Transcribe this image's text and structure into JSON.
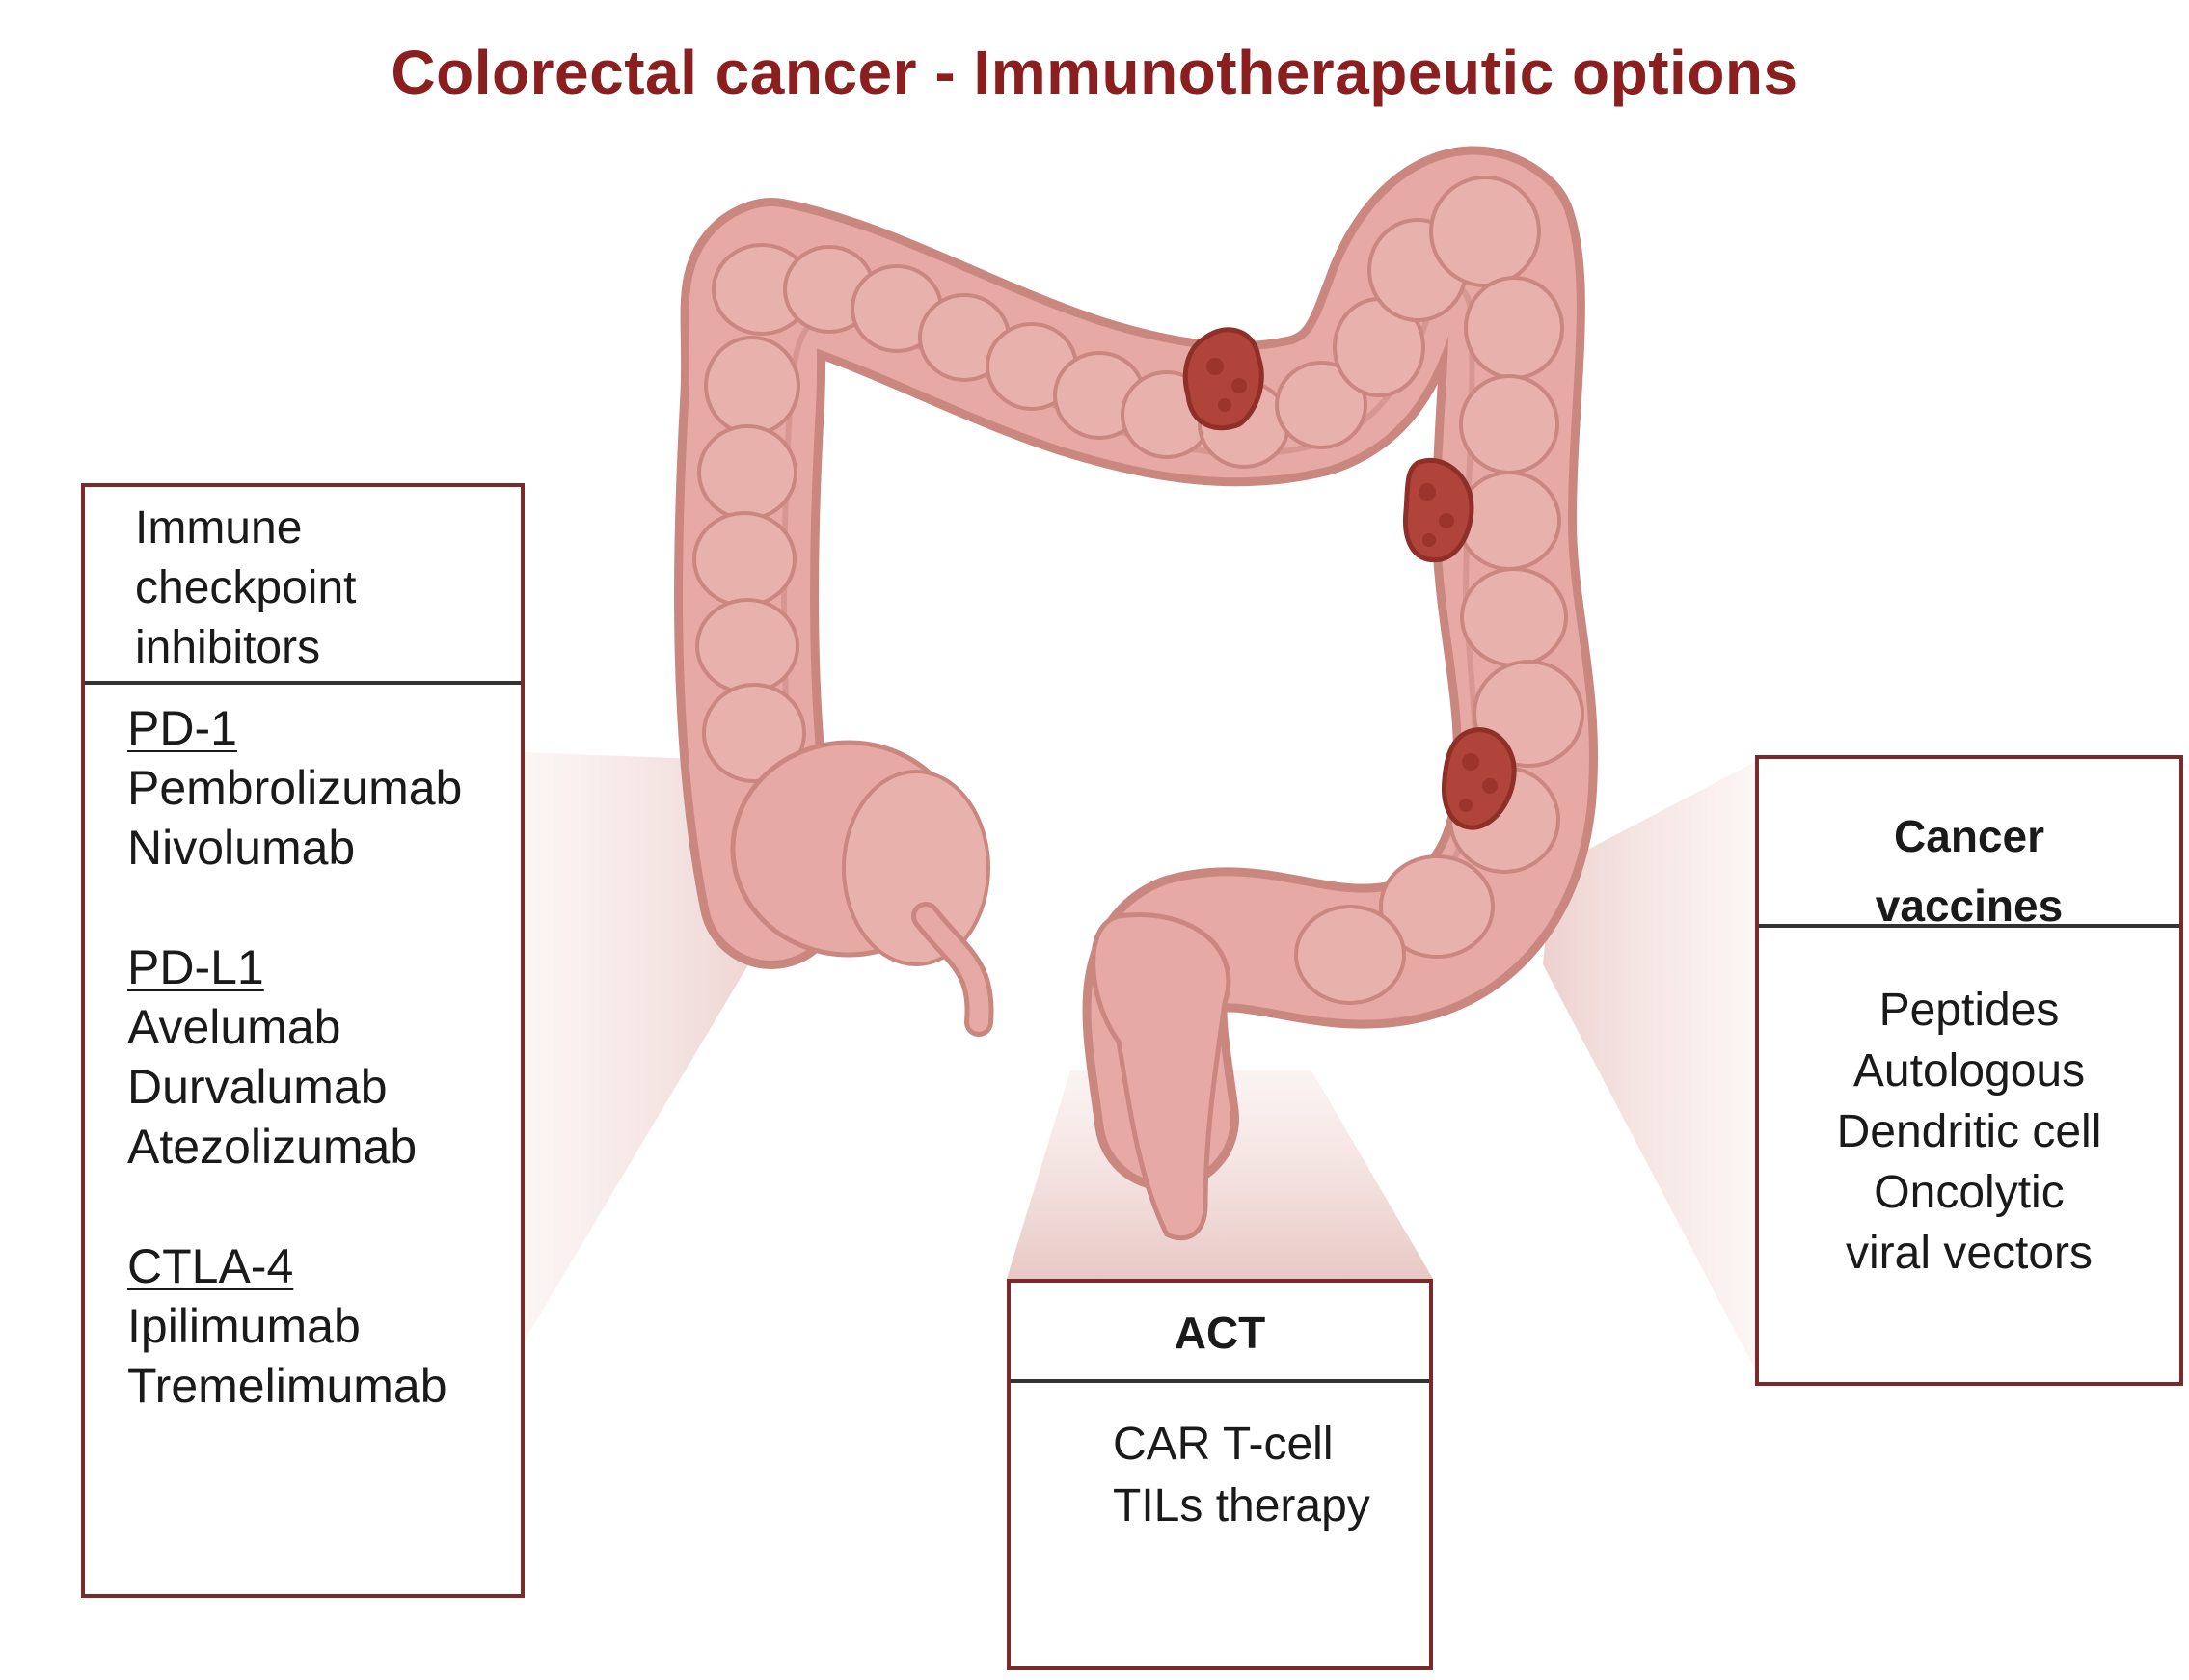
{
  "title": "Colorectal cancer - Immunotherapeutic options",
  "colors": {
    "title": "#8b1e1e",
    "box_border": "#7a2a2a",
    "colon": "#e6a9a3",
    "colon_dark": "#c98780",
    "tumor": "#b0433a"
  },
  "icons": [
    "colon-illustration",
    "tumor"
  ],
  "checkpoint_inhibitors": {
    "heading": [
      "Immune",
      "checkpoint",
      "inhibitors"
    ],
    "groups": [
      {
        "target": "PD-1",
        "drugs": [
          "Pembrolizumab",
          "Nivolumab"
        ]
      },
      {
        "target": "PD-L1",
        "drugs": [
          "Avelumab",
          "Durvalumab",
          "Atezolizumab"
        ]
      },
      {
        "target": "CTLA-4",
        "drugs": [
          "Ipilimumab",
          "Tremelimumab"
        ]
      }
    ]
  },
  "act": {
    "heading": "ACT",
    "items": [
      "CAR T-cell",
      "TILs therapy"
    ]
  },
  "cancer_vaccines": {
    "heading": [
      "Cancer",
      "vaccines"
    ],
    "items": [
      "Peptides",
      "Autologous",
      "Dendritic cell",
      "Oncolytic",
      "viral vectors"
    ]
  }
}
